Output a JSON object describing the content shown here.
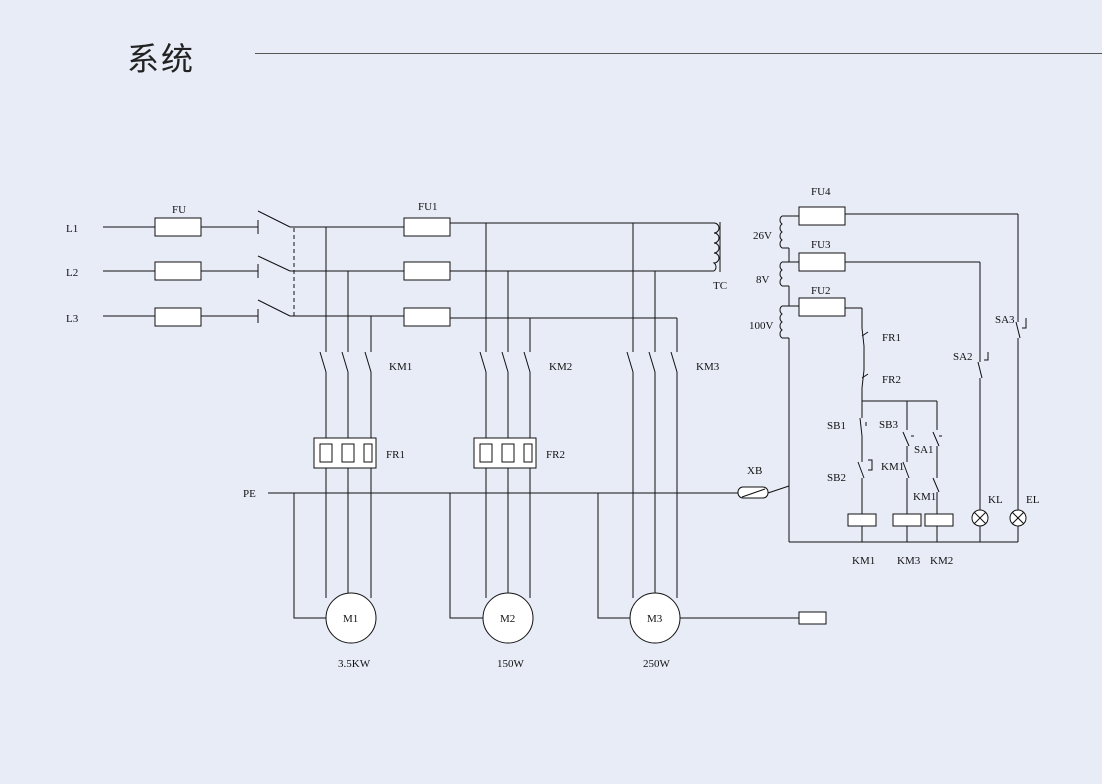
{
  "title": "系统",
  "labels": {
    "L1": "L1",
    "L2": "L2",
    "L3": "L3",
    "PE": "PE",
    "FU": "FU",
    "FU1": "FU1",
    "FU2": "FU2",
    "FU3": "FU3",
    "FU4": "FU4",
    "TC": "TC",
    "V26": "26V",
    "V8": "8V",
    "V100": "100V",
    "KM1": "KM1",
    "KM2": "KM2",
    "KM3": "KM3",
    "FR1": "FR1",
    "FR2": "FR2",
    "M1": "M1",
    "M2": "M2",
    "M3": "M3",
    "P1": "3.5KW",
    "P2": "150W",
    "P3": "250W",
    "XB": "XB",
    "SA1": "SA1",
    "SA2": "SA2",
    "SA3": "SA3",
    "SB1": "SB1",
    "SB2": "SB2",
    "SB3": "SB3",
    "KL": "KL",
    "EL": "EL"
  }
}
